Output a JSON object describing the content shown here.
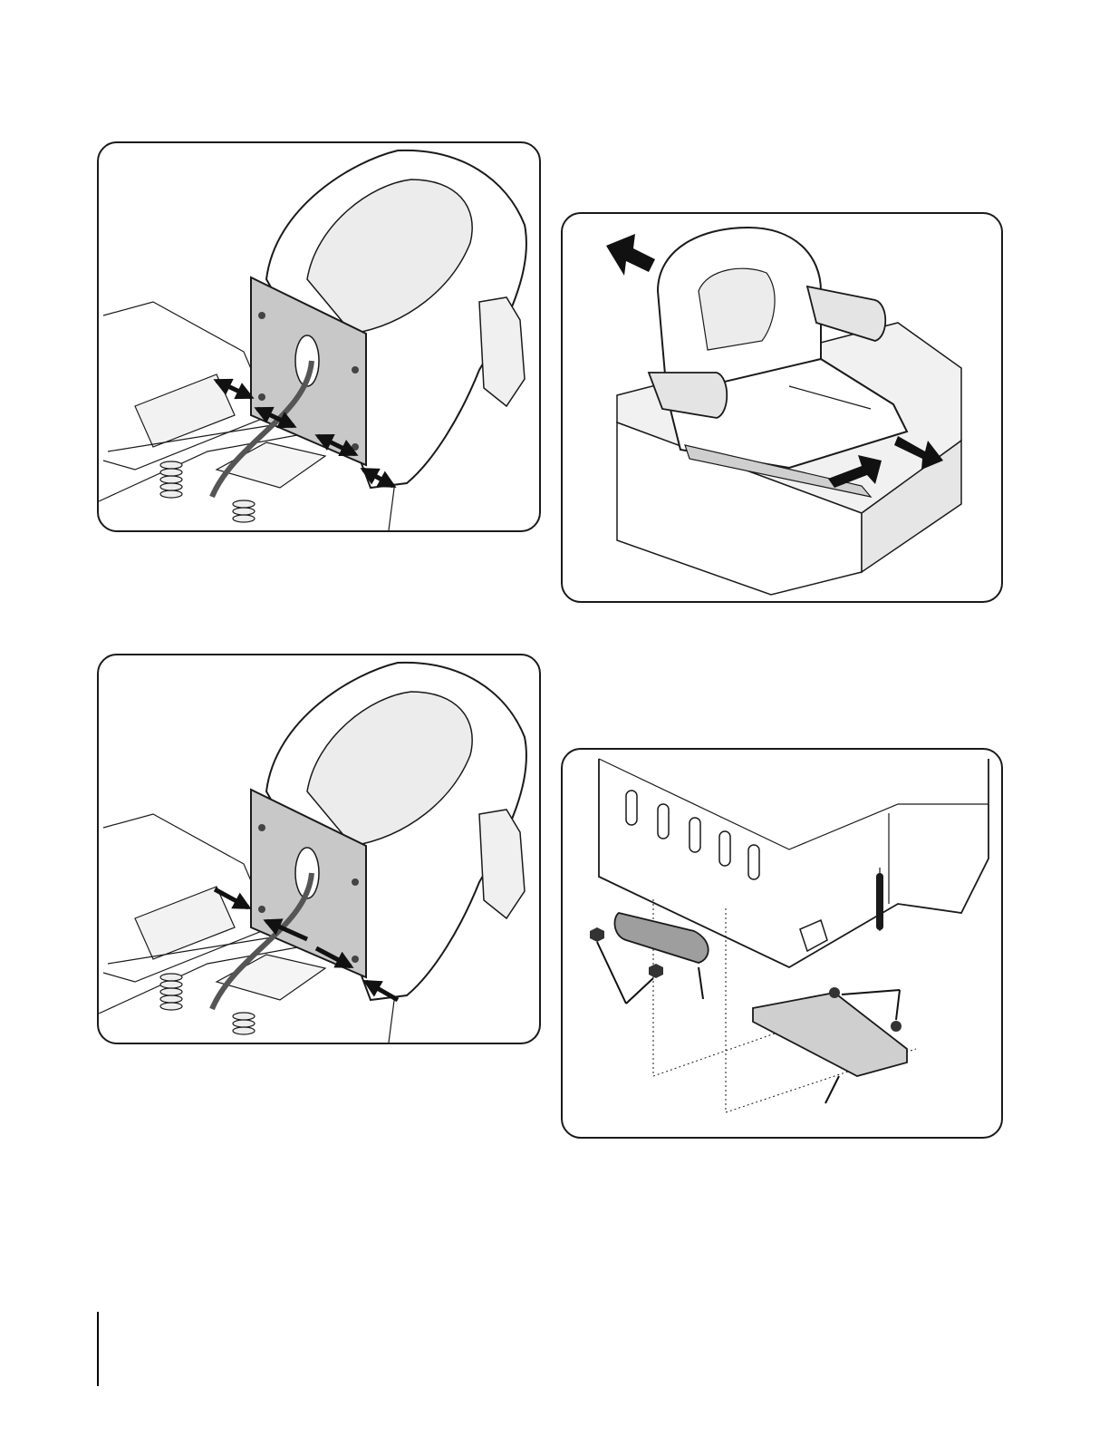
{
  "figures": [
    {
      "id": "seat-bracket-removal",
      "subject": "seat-pan-with-bracket",
      "arrows": "outward"
    },
    {
      "id": "seat-adjust",
      "subject": "suspension-seat",
      "arrows": "slide-forward-back"
    },
    {
      "id": "seat-bracket-install",
      "subject": "seat-pan-with-bracket",
      "arrows": "inward"
    },
    {
      "id": "footrest-assembly",
      "subject": "frame-plate-and-footrest",
      "arrows": "hardware-callouts"
    }
  ],
  "colors": {
    "line": "#1a1a1a",
    "plate": "#c8c8c8",
    "shade": "#e9e9e9",
    "arrow": "#111111"
  }
}
